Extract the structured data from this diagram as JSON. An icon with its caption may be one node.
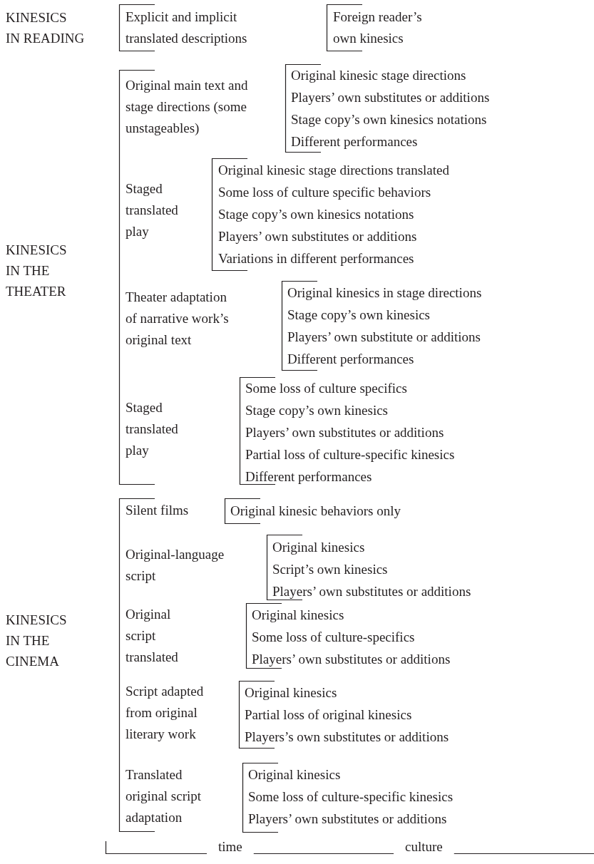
{
  "diagram": {
    "nodes": [
      {
        "text": [
          "Explicit and implicit translated descriptions"
        ],
        "beside": [
          "KINESICS IN READING"
        ]
      },
      {
        "text": [
          "Foreign reader’s own kinesics"
        ]
      },
      {
        "text": [
          "Original main text and stage directions (some unstageables)",
          "Staged translated play",
          "Theater adaptation of narrative work’s original text",
          "Staged translated play"
        ],
        "beside": [
          "KINESICS IN THE THEATER"
        ]
      },
      {
        "text": [
          "Original kinesic stage directions",
          "Players’ own substitutes or additions",
          "Stage copy’s own kinesics notations",
          "Different performances"
        ]
      },
      {
        "text": [
          "Original kinesic stage directions translated",
          "Some loss of culture specific behaviors",
          "Stage copy’s own kinesics notations",
          "Players’ own substitutes or additions",
          "Variations in different performances"
        ]
      },
      {
        "text": [
          "Original kinesics in stage directions",
          "Stage copy’s own kinesics",
          "Players’ own substitute or additions",
          "Different performances"
        ]
      },
      {
        "text": [
          "Some loss of culture specifics",
          "Stage copy’s own kinesics",
          "Players’ own substitutes or additions",
          "Partial loss of culture-specific kinesics",
          "Different performances"
        ]
      },
      {
        "text": [
          "Silent films",
          "Original-language script",
          "Original script translated",
          "Script adapted from original literary work",
          "Translated original script adaptation"
        ],
        "beside": [
          "KINESICS IN THE CINEMA"
        ]
      },
      {
        "text": [
          "Original kinesic behaviors only"
        ]
      },
      {
        "text": [
          "Original kinesics",
          "Script’s own kinesics",
          "Players’ own substitutes or additions"
        ]
      },
      {
        "text": [
          "Original kinesics",
          "Some loss of culture-specifics",
          "Players’ own substitutes or additions"
        ]
      },
      {
        "text": [
          "Original kinesics",
          "Partial loss of original kinesics",
          "Players’s own substitutes or additions"
        ]
      },
      {
        "text": [
          "Original kinesics",
          "Some loss of culture-specific kinesics",
          "Players’ own substitutes or additions"
        ]
      }
    ],
    "labels": [
      "time",
      "culture"
    ]
  }
}
